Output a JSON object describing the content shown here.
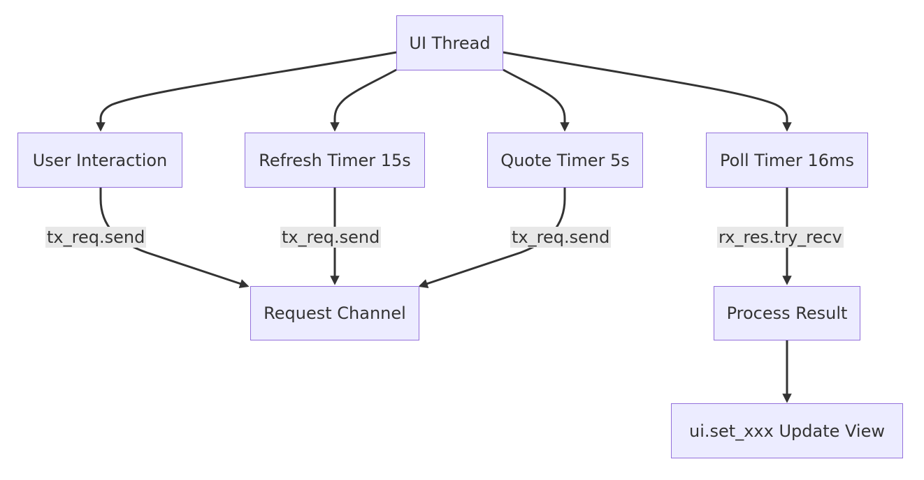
{
  "colors": {
    "node_fill": "#ececff",
    "node_border": "#9370db",
    "edge": "#333333",
    "label_background": "#e8e8e8",
    "text": "#333333"
  },
  "nodes": {
    "ui_thread": "UI Thread",
    "user_interaction": "User Interaction",
    "refresh_timer": "Refresh Timer 15s",
    "quote_timer": "Quote Timer 5s",
    "poll_timer": "Poll Timer 16ms",
    "request_channel": "Request Channel",
    "process_result": "Process Result",
    "update_view": "ui.set_xxx Update View"
  },
  "edges": [
    {
      "from": "ui_thread",
      "to": "user_interaction",
      "label": ""
    },
    {
      "from": "ui_thread",
      "to": "refresh_timer",
      "label": ""
    },
    {
      "from": "ui_thread",
      "to": "quote_timer",
      "label": ""
    },
    {
      "from": "ui_thread",
      "to": "poll_timer",
      "label": ""
    },
    {
      "from": "user_interaction",
      "to": "request_channel",
      "label": "tx_req.send"
    },
    {
      "from": "refresh_timer",
      "to": "request_channel",
      "label": "tx_req.send"
    },
    {
      "from": "quote_timer",
      "to": "request_channel",
      "label": "tx_req.send"
    },
    {
      "from": "poll_timer",
      "to": "process_result",
      "label": "rx_res.try_recv"
    },
    {
      "from": "process_result",
      "to": "update_view",
      "label": ""
    }
  ]
}
